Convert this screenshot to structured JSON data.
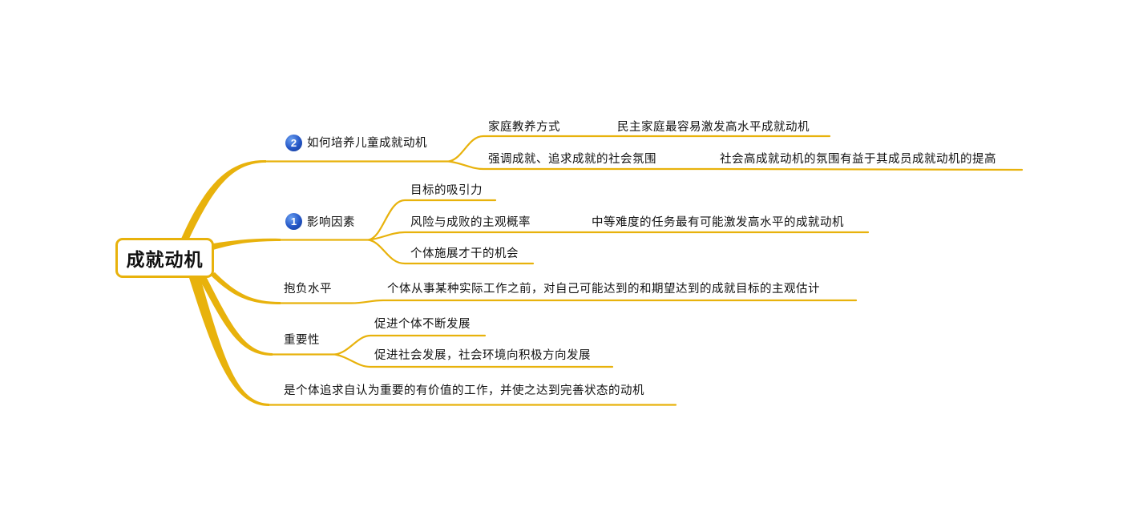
{
  "root": "成就动机",
  "branch_how": {
    "marker": "2",
    "label": "如何培养儿童成就动机",
    "family": {
      "label": "家庭教养方式",
      "detail": "民主家庭最容易激发高水平成就动机"
    },
    "social": {
      "label": "强调成就、追求成就的社会氛围",
      "detail": "社会高成就动机的氛围有益于其成员成就动机的提高"
    }
  },
  "branch_factors": {
    "marker": "1",
    "label": "影响因素",
    "goal": {
      "label": "目标的吸引力"
    },
    "risk": {
      "label": "风险与成败的主观概率",
      "detail": "中等难度的任务最有可能激发高水平的成就动机"
    },
    "opportunity": {
      "label": "个体施展才干的机会"
    }
  },
  "branch_aspiration": {
    "label": "抱负水平",
    "detail": "个体从事某种实际工作之前，对自己可能达到的和期望达到的成就目标的主观估计"
  },
  "branch_importance": {
    "label": "重要性",
    "individual": "促进个体不断发展",
    "society": "促进社会发展，社会环境向积极方向发展"
  },
  "branch_definition": {
    "label": "是个体追求自认为重要的有价值的工作，并使之达到完善状态的动机"
  },
  "colors": {
    "line": "#e8b20c",
    "marker": "#2456c6",
    "text": "#111111"
  },
  "icons": [
    "priority-2-icon",
    "priority-1-icon"
  ]
}
